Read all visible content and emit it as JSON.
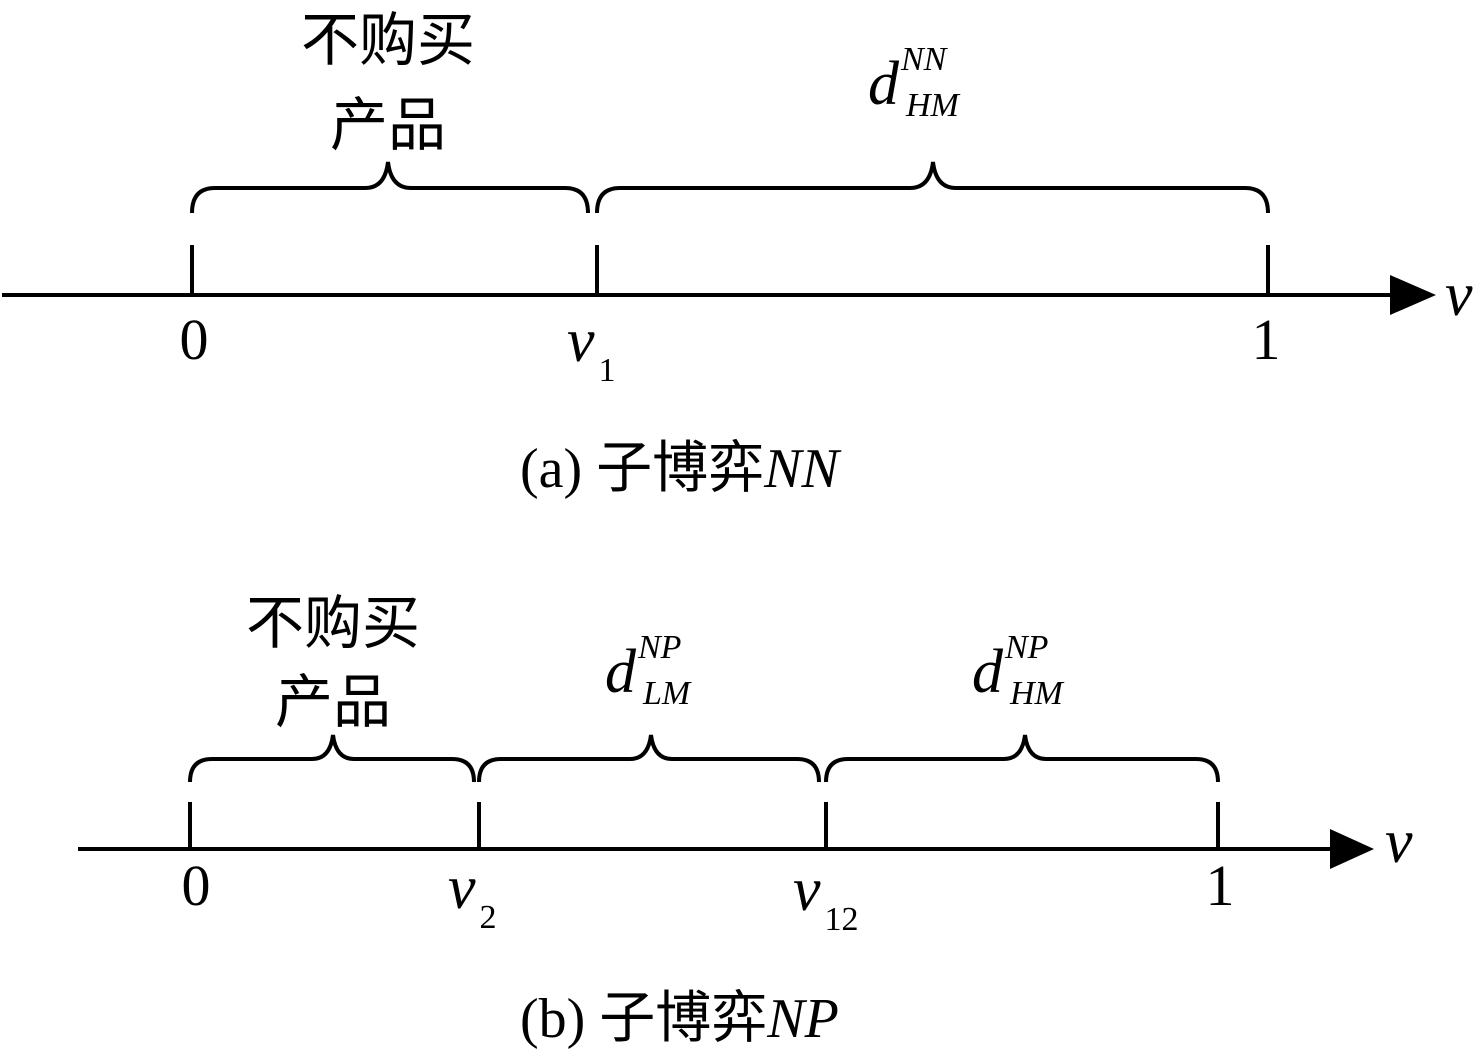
{
  "panel_a": {
    "brace_left_label_line1": "不购买",
    "brace_left_label_line2": "产品",
    "brace_right_label": {
      "base": "d",
      "sub": "HM",
      "sup": "NN"
    },
    "tick_labels": [
      {
        "base": "0",
        "sub": ""
      },
      {
        "base": "v",
        "sub": "1"
      },
      {
        "base": "1",
        "sub": ""
      }
    ],
    "axis_label": "v",
    "caption_prefix": "(a) 子博弈",
    "caption_suffix": "NN"
  },
  "panel_b": {
    "brace_left_label_line1": "不购买",
    "brace_left_label_line2": "产品",
    "brace_mid_label": {
      "base": "d",
      "sub": "LM",
      "sup": "NP"
    },
    "brace_right_label": {
      "base": "d",
      "sub": "HM",
      "sup": "NP"
    },
    "tick_labels": [
      {
        "base": "0",
        "sub": ""
      },
      {
        "base": "v",
        "sub": "2"
      },
      {
        "base": "v",
        "sub": "12"
      },
      {
        "base": "1",
        "sub": ""
      }
    ],
    "axis_label": "v",
    "caption_prefix": "(b) 子博弈",
    "caption_suffix": "NP"
  }
}
